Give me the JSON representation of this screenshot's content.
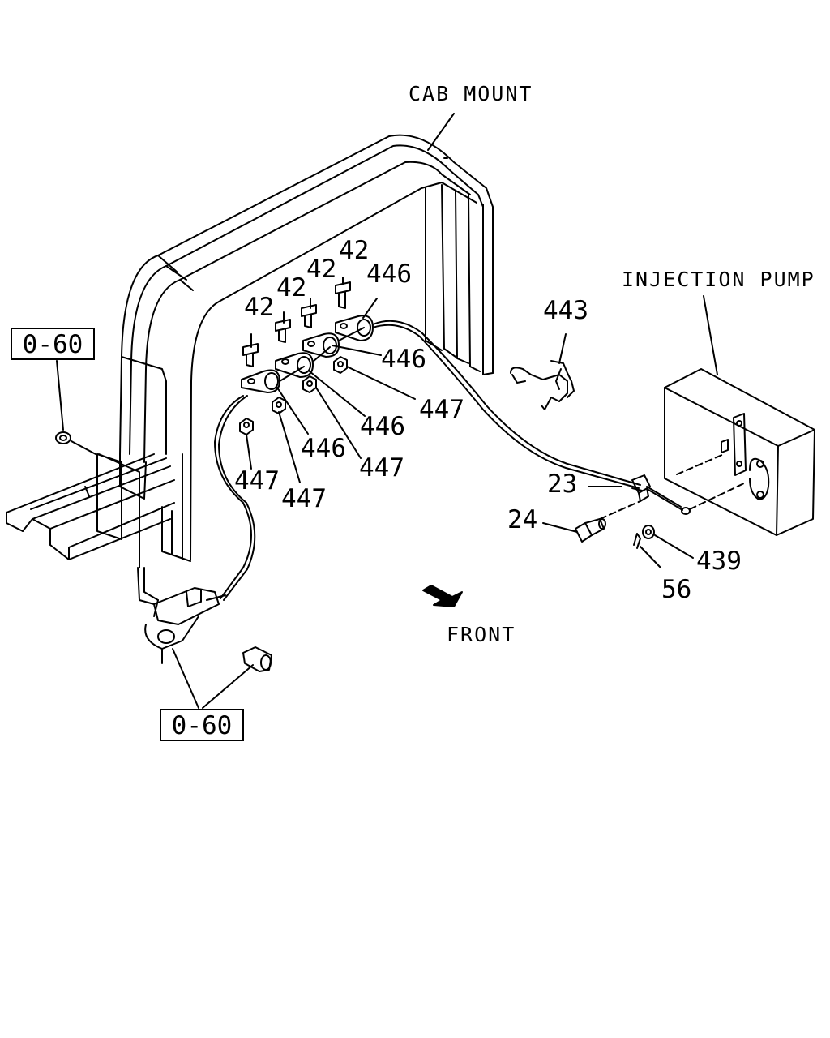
{
  "captions": {
    "cab_mount": "CAB MOUNT",
    "injection_pump": "INJECTION PUMP",
    "front": "FRONT"
  },
  "references": [
    "0-60",
    "0-60"
  ],
  "callouts": {
    "c42a": "42",
    "c42b": "42",
    "c42c": "42",
    "c42d": "42",
    "c446a": "446",
    "c446b": "446",
    "c446c": "446",
    "c446d": "446",
    "c447a": "447",
    "c447b": "447",
    "c447c": "447",
    "c447d": "447",
    "c443": "443",
    "c23": "23",
    "c24": "24",
    "c439": "439",
    "c56": "56"
  },
  "colors": {
    "line": "#000000",
    "background": "#ffffff"
  }
}
